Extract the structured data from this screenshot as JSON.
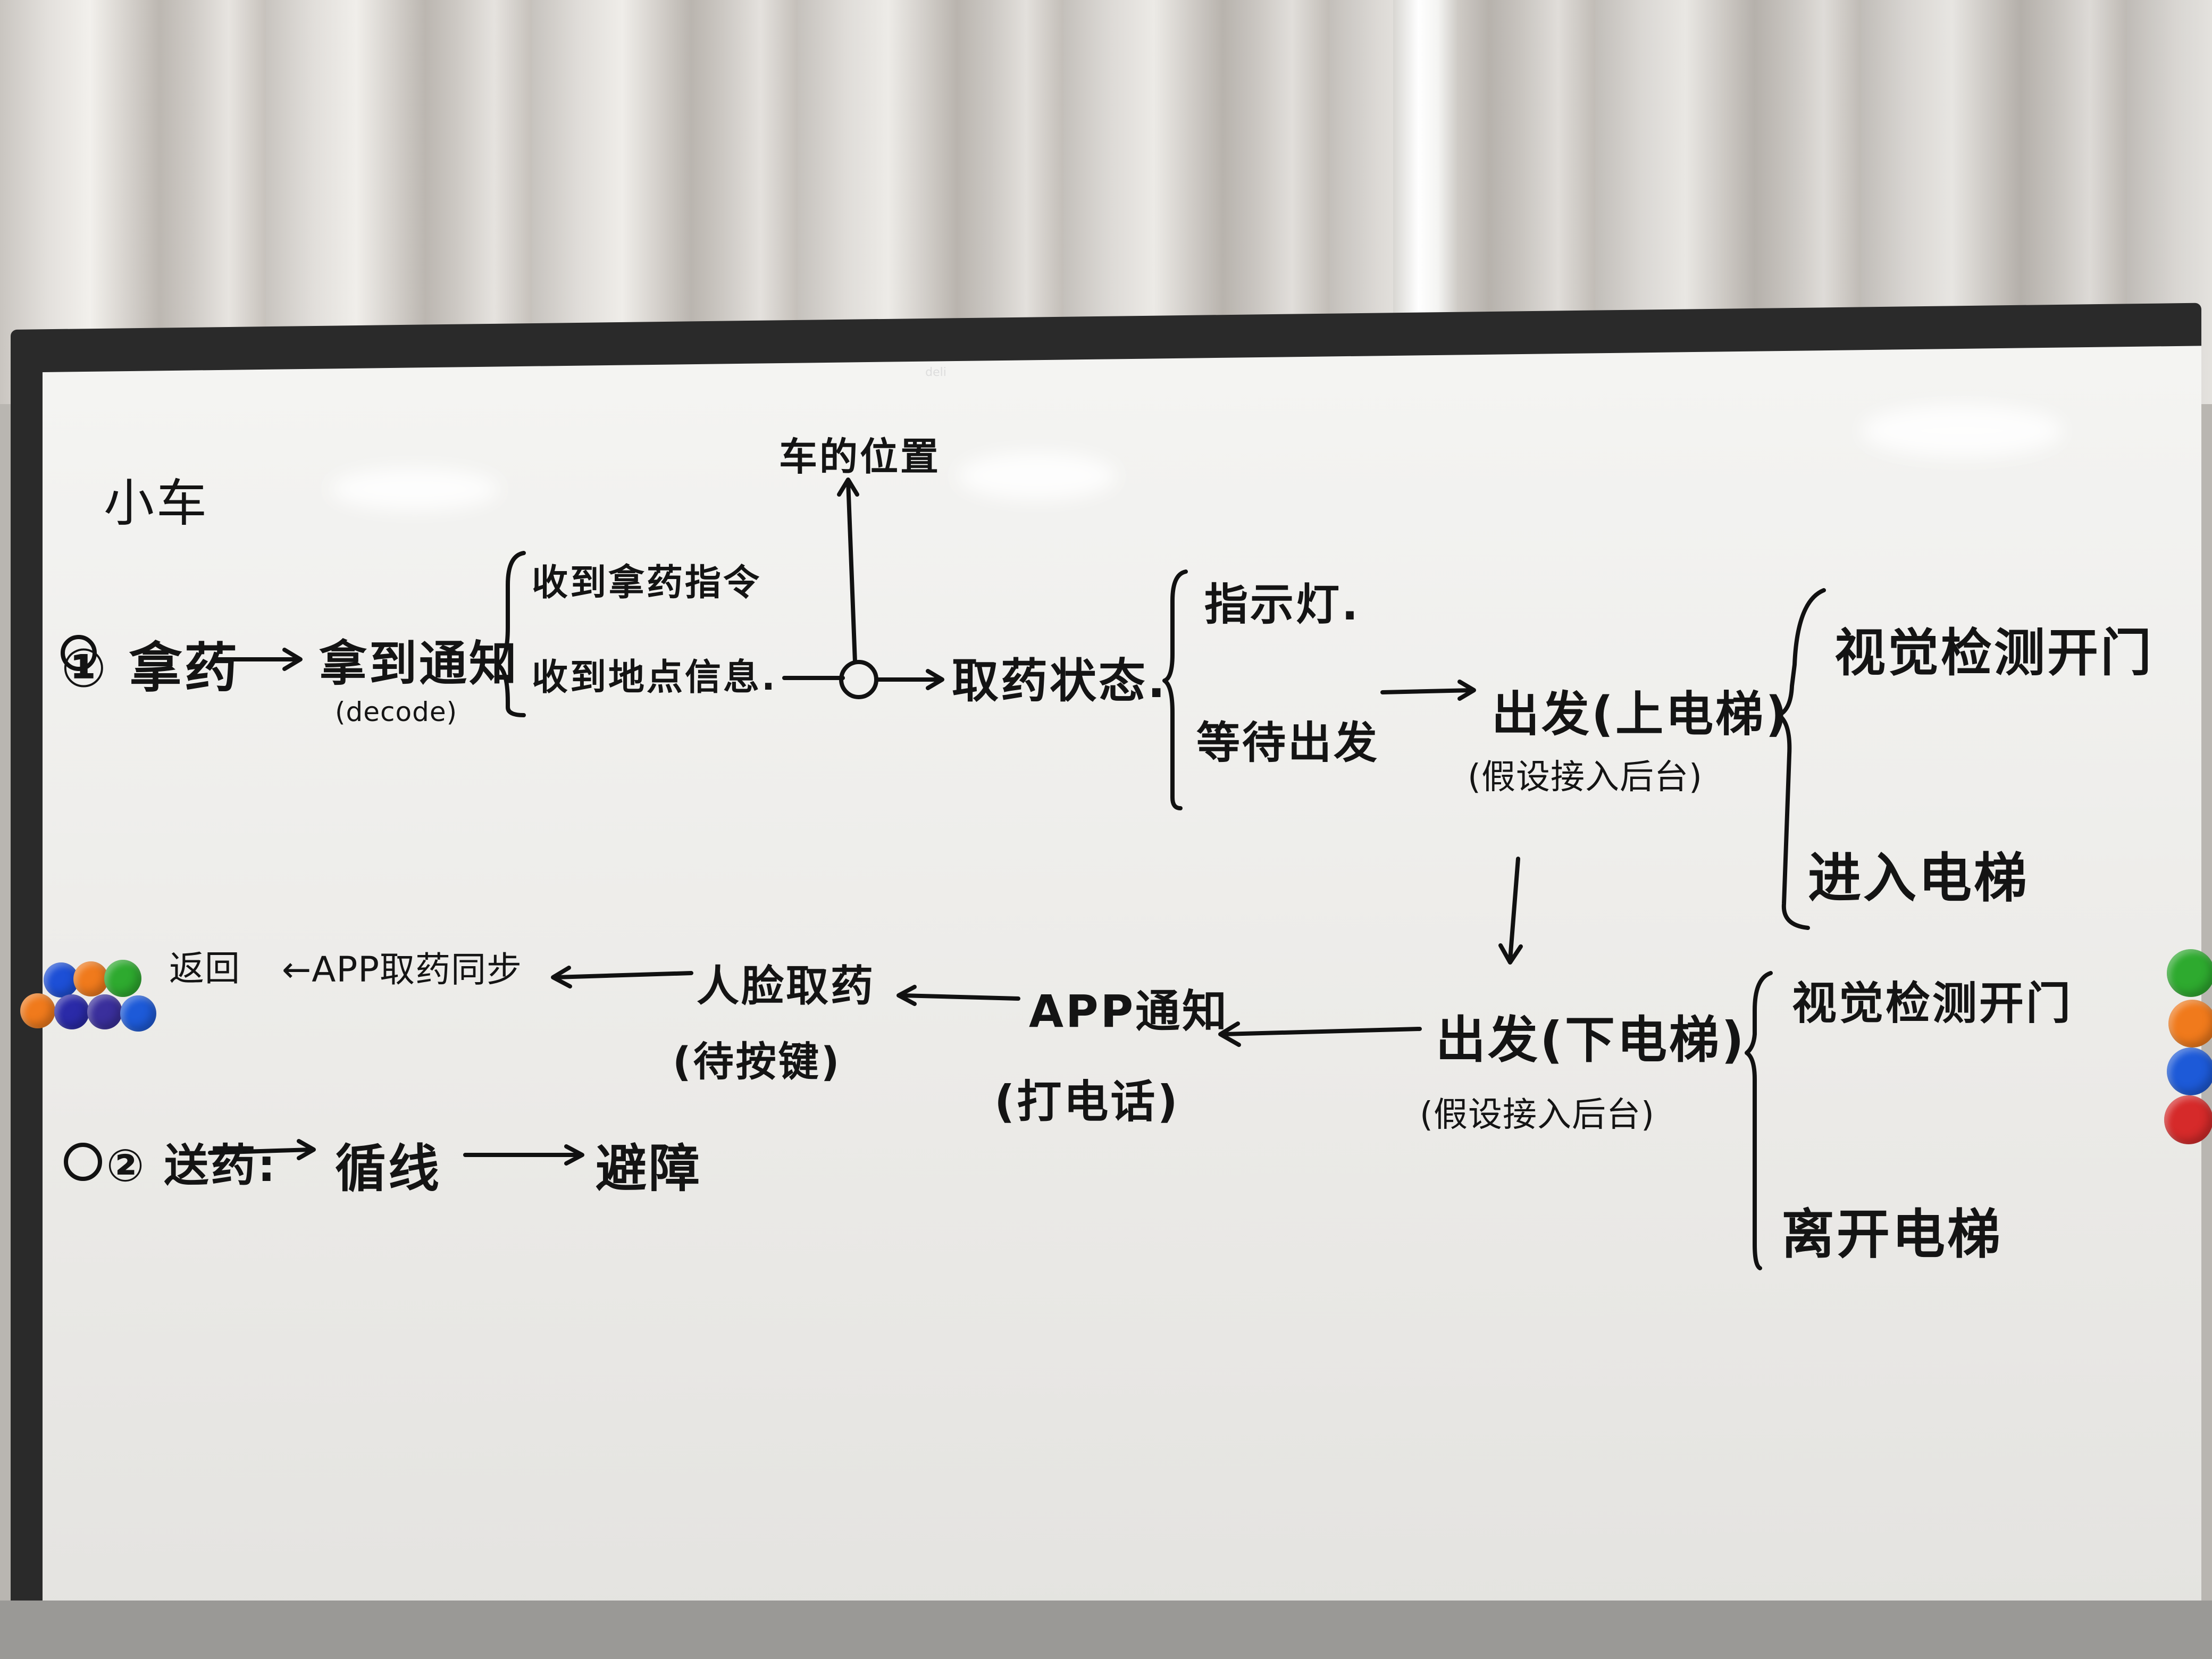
{
  "board": {
    "title": "小车",
    "brand": "deli",
    "row1": {
      "step": "① 拿药",
      "receive": "拿到通知",
      "receive_sub": "(decode)",
      "cmd_a": "收到拿药指令",
      "cmd_b": "收到地点信息.",
      "position": "车的位置",
      "status": "取药状态.",
      "indicator": "指示灯.",
      "wait": "等待出发",
      "depart_up": "出发(上电梯)",
      "depart_up_sub": "(假设接入后台)",
      "vision_open": "视觉检测开门",
      "enter_elevator": "进入电梯"
    },
    "row2": {
      "depart_down": "出发(下电梯)",
      "depart_down_sub": "(假设接入后台)",
      "vision_open_2": "视觉检测开门",
      "leave_elevator": "离开电梯",
      "app_notify": "APP通知",
      "app_notify_sub": "(打电话)",
      "face_pickup": "人脸取药",
      "face_pickup_sub": "(待按键)",
      "app_sync": "←APP取药同步",
      "return": "返回"
    },
    "row3": {
      "step": "② 送药:",
      "line_follow": "循线",
      "avoid": "避障"
    }
  },
  "magnets": [
    "#1d4fd6",
    "#f07a1c",
    "#2eaa2f",
    "#f07a1c",
    "#2a2aa8",
    "#3a2f9c",
    "#1d5ad8",
    "#2eaa2f",
    "#f07a1c",
    "#1d5ad8",
    "#d62a2a"
  ]
}
